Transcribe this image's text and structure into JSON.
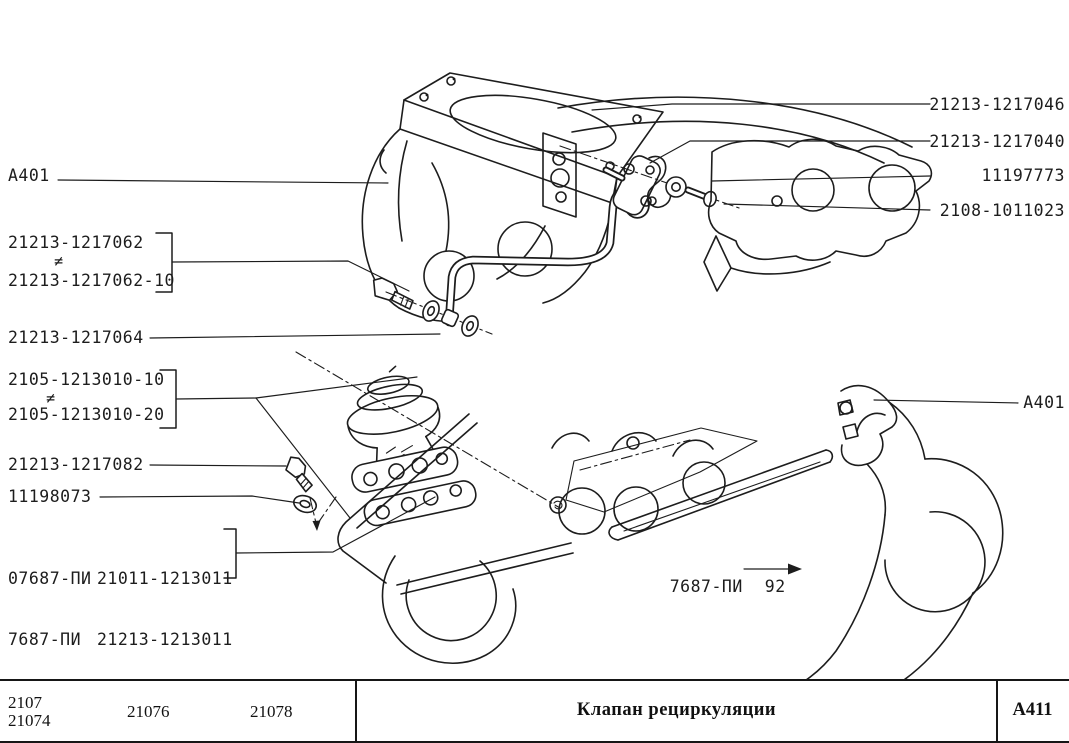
{
  "colors": {
    "ink": "#1d1d1d",
    "paper": "#ffffff"
  },
  "labels": {
    "left": {
      "a401": "А401",
      "group1": {
        "top": "21213-1217062",
        "neq": "≠",
        "bottom": "21213-1217062-10"
      },
      "washer_pipe": "21213-1217064",
      "group2": {
        "top": "2105-1213010-10",
        "neq": "≠",
        "bottom": "2105-1213010-20"
      },
      "bolt": "21213-1217082",
      "washer": "11198073",
      "group3": {
        "rows": [
          {
            "std": "07687-ПИ",
            "part": "21011-1213011"
          },
          {
            "std": "7687-ПИ",
            "part": "21213-1213011"
          }
        ]
      }
    },
    "right": {
      "r1": "21213-1217046",
      "r2": "21213-1217040",
      "r3": "11197773",
      "r4": "2108-1011023",
      "a401": "А401"
    },
    "annotation": {
      "std": "7687-ПИ",
      "number": "92"
    }
  },
  "footer": {
    "models_col1": [
      "2107",
      "21074"
    ],
    "model_col2": "21076",
    "model_col3": "21078",
    "title": "Клапан рециркуляции",
    "code": "А411"
  }
}
